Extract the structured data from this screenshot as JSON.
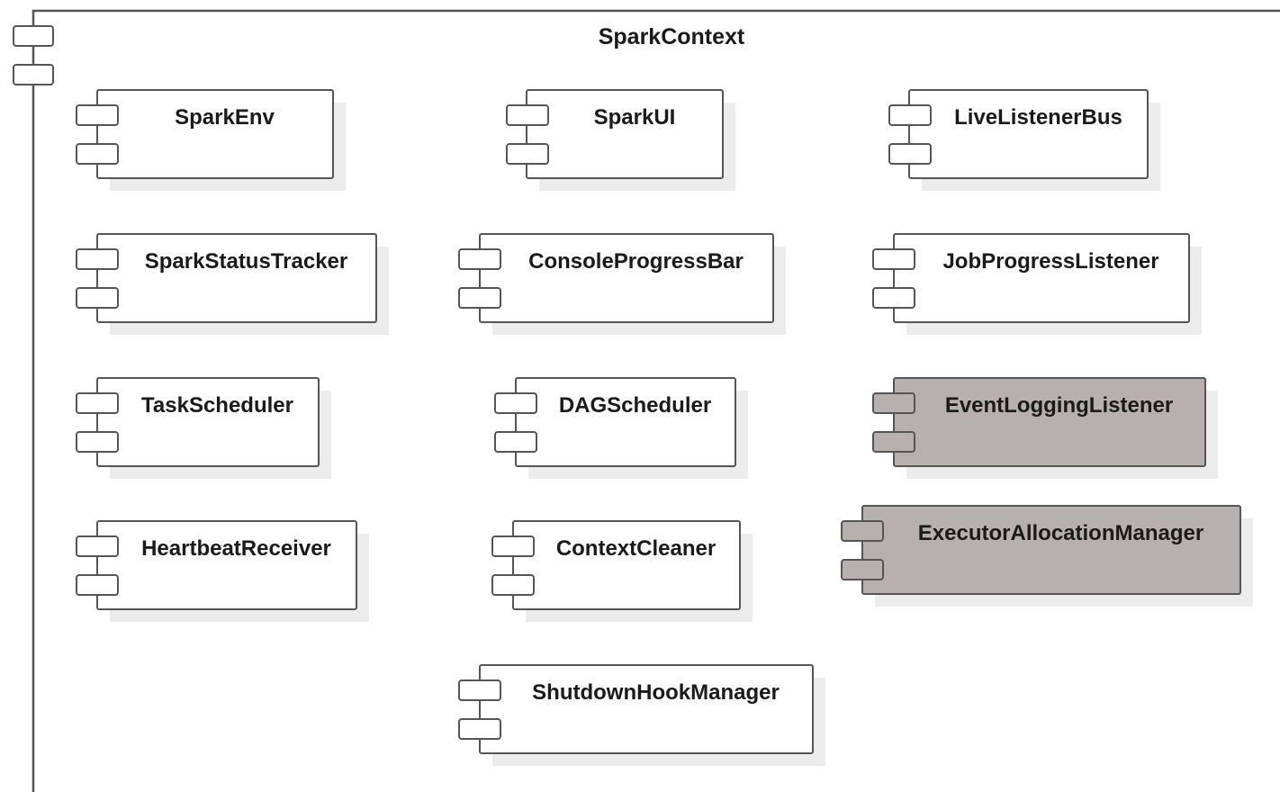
{
  "container": {
    "title": "SparkContext"
  },
  "components": [
    {
      "id": "spark-env",
      "label": "SparkEnv",
      "highlighted": false
    },
    {
      "id": "spark-ui",
      "label": "SparkUI",
      "highlighted": false
    },
    {
      "id": "live-listener-bus",
      "label": "LiveListenerBus",
      "highlighted": false
    },
    {
      "id": "spark-status-tracker",
      "label": "SparkStatusTracker",
      "highlighted": false
    },
    {
      "id": "console-progress-bar",
      "label": "ConsoleProgressBar",
      "highlighted": false
    },
    {
      "id": "job-progress-listener",
      "label": "JobProgressListener",
      "highlighted": false
    },
    {
      "id": "task-scheduler",
      "label": "TaskScheduler",
      "highlighted": false
    },
    {
      "id": "dag-scheduler",
      "label": "DAGScheduler",
      "highlighted": false
    },
    {
      "id": "event-logging-listener",
      "label": "EventLoggingListener",
      "highlighted": true
    },
    {
      "id": "heartbeat-receiver",
      "label": "HeartbeatReceiver",
      "highlighted": false
    },
    {
      "id": "context-cleaner",
      "label": "ContextCleaner",
      "highlighted": false
    },
    {
      "id": "executor-allocation-manager",
      "label": "ExecutorAllocationManager",
      "highlighted": true
    },
    {
      "id": "shutdown-hook-manager",
      "label": "ShutdownHookManager",
      "highlighted": false
    }
  ],
  "colors": {
    "stroke": "#555555",
    "fill_default": "#ffffff",
    "fill_highlighted": "#b8b0b0",
    "shadow": "#ececec",
    "text": "#1a1a1a"
  }
}
